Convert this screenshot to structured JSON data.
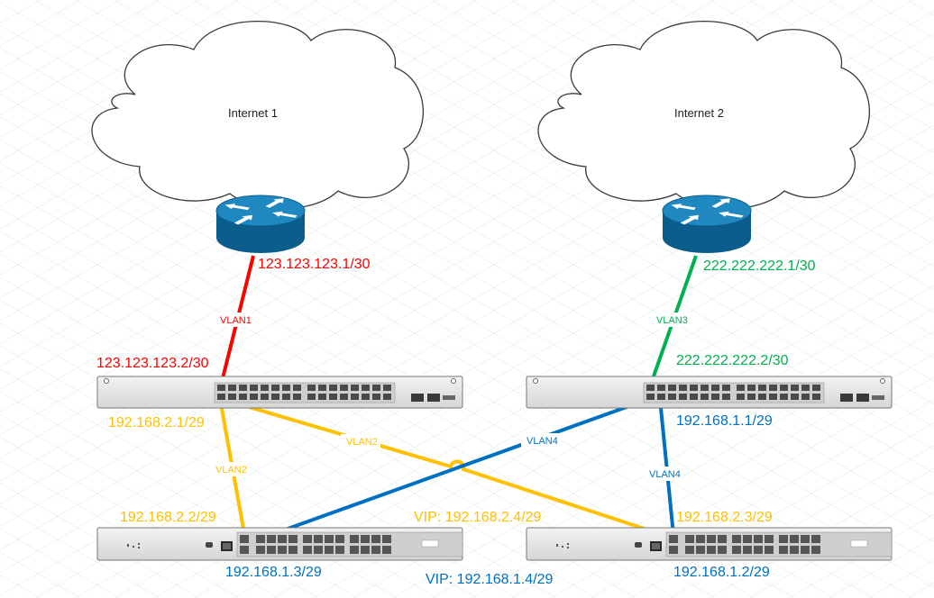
{
  "colors": {
    "red": "#ff0000",
    "green": "#00b050",
    "yellow": "#ffc000",
    "blue": "#0070c0",
    "router": "#0b5e8c",
    "switch_body": "#e3e3e3"
  },
  "clouds": {
    "internet1": "Internet 1",
    "internet2": "Internet 2"
  },
  "vlans": {
    "vlan1": "VLAN1",
    "vlan3": "VLAN3",
    "vlan2_left": "VLAN2",
    "vlan2_cross": "VLAN2",
    "vlan4_cross": "VLAN4",
    "vlan4_right": "VLAN4"
  },
  "ips": {
    "router1": "123.123.123.1/30",
    "switch1_wan": "123.123.123.2/30",
    "router2": "222.222.222.1/30",
    "switch2_wan": "222.222.222.2/30",
    "switch1_lan": "192.168.2.1/29",
    "switch2_lan": "192.168.1.1/29",
    "bl_top": "192.168.2.2/29",
    "bl_bottom": "192.168.1.3/29",
    "br_top": "192.168.2.3/29",
    "br_bottom": "192.168.1.2/29",
    "vip_yellow": "VIP: 192.168.2.4/29",
    "vip_blue": "VIP: 192.168.1.4/29"
  }
}
